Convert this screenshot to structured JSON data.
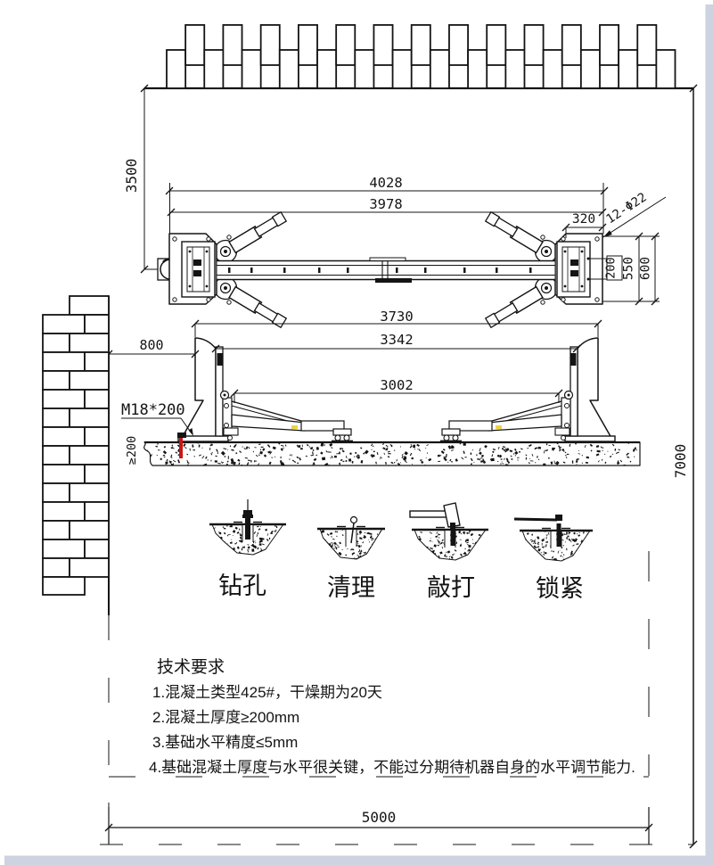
{
  "colors": {
    "ink": "#141414",
    "anchor_red": "#cc1414",
    "arm_yellow": "#e8d44a",
    "page_shadow": "#cdd3e0",
    "page_shadow_edge": "#98a1b6"
  },
  "site": {
    "dim_wall_to_lift": "3500",
    "dim_depth": "7000",
    "dim_width": "5000"
  },
  "plan_view": {
    "dim_overall": "4028",
    "dim_baseplates": "3978",
    "dim_plate_side": "320",
    "anchor_holes_note": "12-Φ22",
    "dim_carriage": "200",
    "dim_plate_inner": "550",
    "dim_plate_outer": "600"
  },
  "elevation_view": {
    "dim_posts_outer": "3730",
    "dim_posts_inner": "3342",
    "dim_carriages": "3002",
    "dim_wall_clearance": "800",
    "anchor_bolt_label": "M18*200",
    "slab_thickness_label": "≥200"
  },
  "steps": [
    {
      "label": "钻孔"
    },
    {
      "label": "清理"
    },
    {
      "label": "敲打"
    },
    {
      "label": "锁紧"
    }
  ],
  "notes": {
    "title": "技术要求",
    "items": [
      "1.混凝土类型425#，干燥期为20天",
      "2.混凝土厚度≥200mm",
      "3.基础水平精度≤5mm",
      "4.基础混凝土厚度与水平很关键，不能过分期待机器自身的水平调节能力."
    ]
  }
}
